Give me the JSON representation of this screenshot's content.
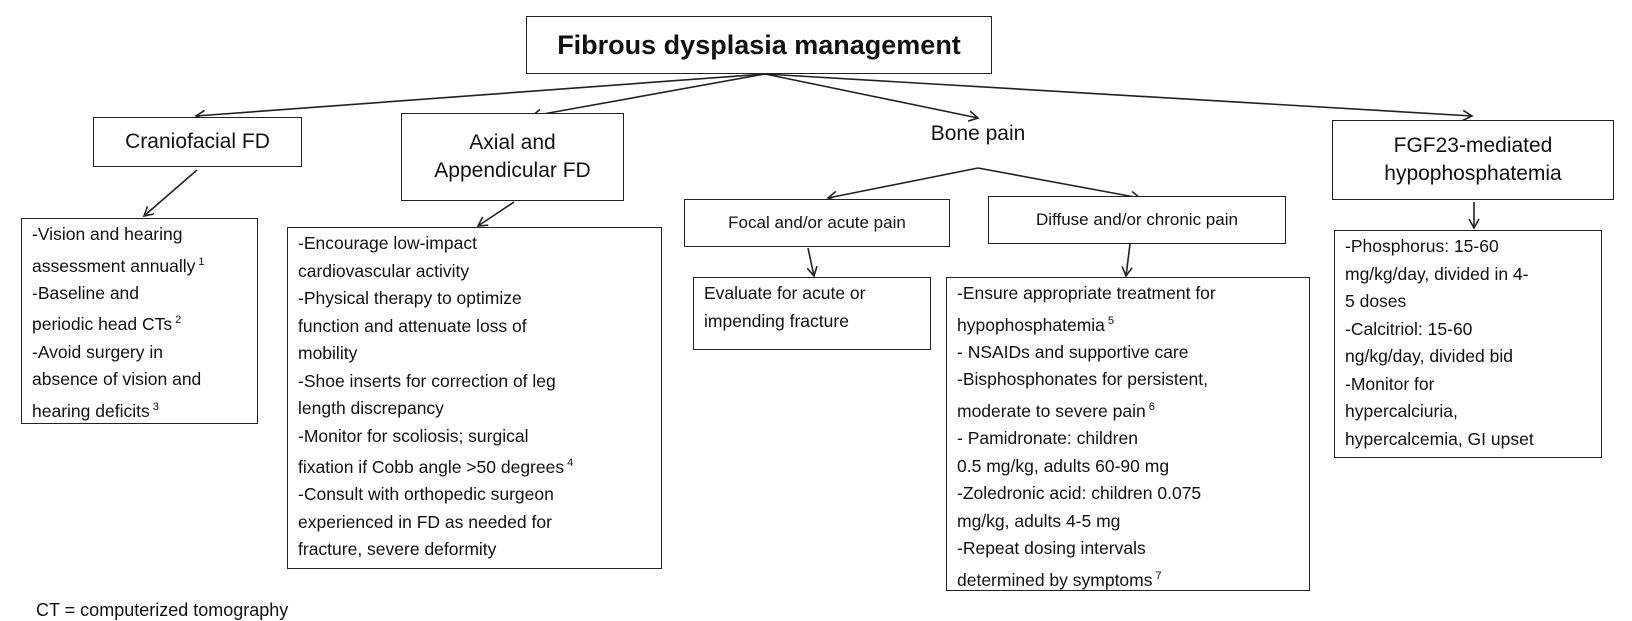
{
  "title": "Fibrous dysplasia management",
  "branches": {
    "craniofacial": {
      "label": "Craniofacial FD",
      "lines": [
        {
          "text": "-Vision and hearing"
        },
        {
          "text": "assessment annually",
          "sup": "1"
        },
        {
          "text": "-Baseline and"
        },
        {
          "text": "periodic head CTs",
          "sup": "2"
        },
        {
          "text": "-Avoid surgery in"
        },
        {
          "text": "absence of vision and"
        },
        {
          "text": "hearing deficits",
          "sup": "3"
        }
      ]
    },
    "axial": {
      "label_line1": "Axial and",
      "label_line2": "Appendicular FD",
      "lines": [
        {
          "text": "-Encourage low-impact"
        },
        {
          "text": "cardiovascular activity"
        },
        {
          "text": "-Physical therapy to optimize"
        },
        {
          "text": "function and attenuate loss of"
        },
        {
          "text": "mobility"
        },
        {
          "text": "-Shoe inserts for correction of leg"
        },
        {
          "text": "length discrepancy"
        },
        {
          "text": "-Monitor for scoliosis; surgical"
        },
        {
          "text": "fixation if Cobb angle >50 degrees",
          "sup": "4"
        },
        {
          "text": "-Consult with orthopedic surgeon"
        },
        {
          "text": "experienced in FD as needed for"
        },
        {
          "text": "fracture, severe deformity"
        }
      ]
    },
    "bone_pain": {
      "label": "Bone pain",
      "focal": {
        "label": "Focal and/or acute pain",
        "lines": [
          {
            "text": "Evaluate for acute or"
          },
          {
            "text": "impending fracture"
          }
        ]
      },
      "diffuse": {
        "label": "Diffuse and/or chronic pain",
        "lines": [
          {
            "text": "-Ensure appropriate treatment for"
          },
          {
            "text": "hypophosphatemia",
            "sup": "5"
          },
          {
            "text": "- NSAIDs and supportive care"
          },
          {
            "text": "-Bisphosphonates for persistent,"
          },
          {
            "text": "moderate to severe pain",
            "sup": "6"
          },
          {
            "text": "- Pamidronate: children"
          },
          {
            "text": "0.5 mg/kg, adults 60-90 mg"
          },
          {
            "text": "-Zoledronic acid: children 0.075"
          },
          {
            "text": "mg/kg, adults 4-5 mg"
          },
          {
            "text": "-Repeat dosing intervals"
          },
          {
            "text": "determined by symptoms",
            "sup": "7"
          }
        ]
      }
    },
    "fgf23": {
      "label_line1": "FGF23-mediated",
      "label_line2": "hypophosphatemia",
      "lines": [
        {
          "text": "-Phosphorus:  15-60"
        },
        {
          "text": "mg/kg/day, divided in 4-"
        },
        {
          "text": "5 doses"
        },
        {
          "text": "-Calcitriol: 15-60"
        },
        {
          "text": "ng/kg/day, divided bid"
        },
        {
          "text": "-Monitor for"
        },
        {
          "text": "hypercalciuria,"
        },
        {
          "text": "hypercalcemia, GI upset"
        }
      ]
    }
  },
  "footnote": "CT = computerized tomography",
  "colors": {
    "border": "#222222",
    "text": "#111111",
    "background": "#ffffff"
  }
}
